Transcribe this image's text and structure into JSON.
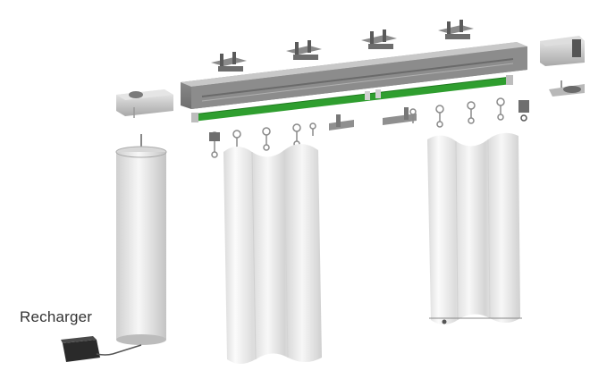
{
  "labels": {
    "recharger": "Recharger"
  },
  "colors": {
    "rail": "#9a9a9a",
    "rail_dark": "#6f6f6f",
    "belt": "#2f9e2f",
    "curtain": "#f2f2f2",
    "curtain_shadow": "#cfcfcf",
    "motor": "#e9e9e9",
    "adapter": "#2a2a2a"
  },
  "parts": [
    {
      "id": "recharger",
      "icon": "charger-icon"
    },
    {
      "id": "motor",
      "icon": "tube-motor-icon"
    },
    {
      "id": "motor-head",
      "icon": "motor-head-icon"
    },
    {
      "id": "rail",
      "icon": "curtain-track-icon"
    },
    {
      "id": "belt",
      "icon": "drive-belt-icon"
    },
    {
      "id": "ceiling-brackets",
      "icon": "bracket-icon"
    },
    {
      "id": "end-cap",
      "icon": "end-cap-icon"
    },
    {
      "id": "gliders",
      "icon": "glider-hook-icon"
    },
    {
      "id": "left-curtain",
      "icon": "curtain-panel-icon"
    },
    {
      "id": "right-curtain",
      "icon": "curtain-panel-icon"
    }
  ]
}
